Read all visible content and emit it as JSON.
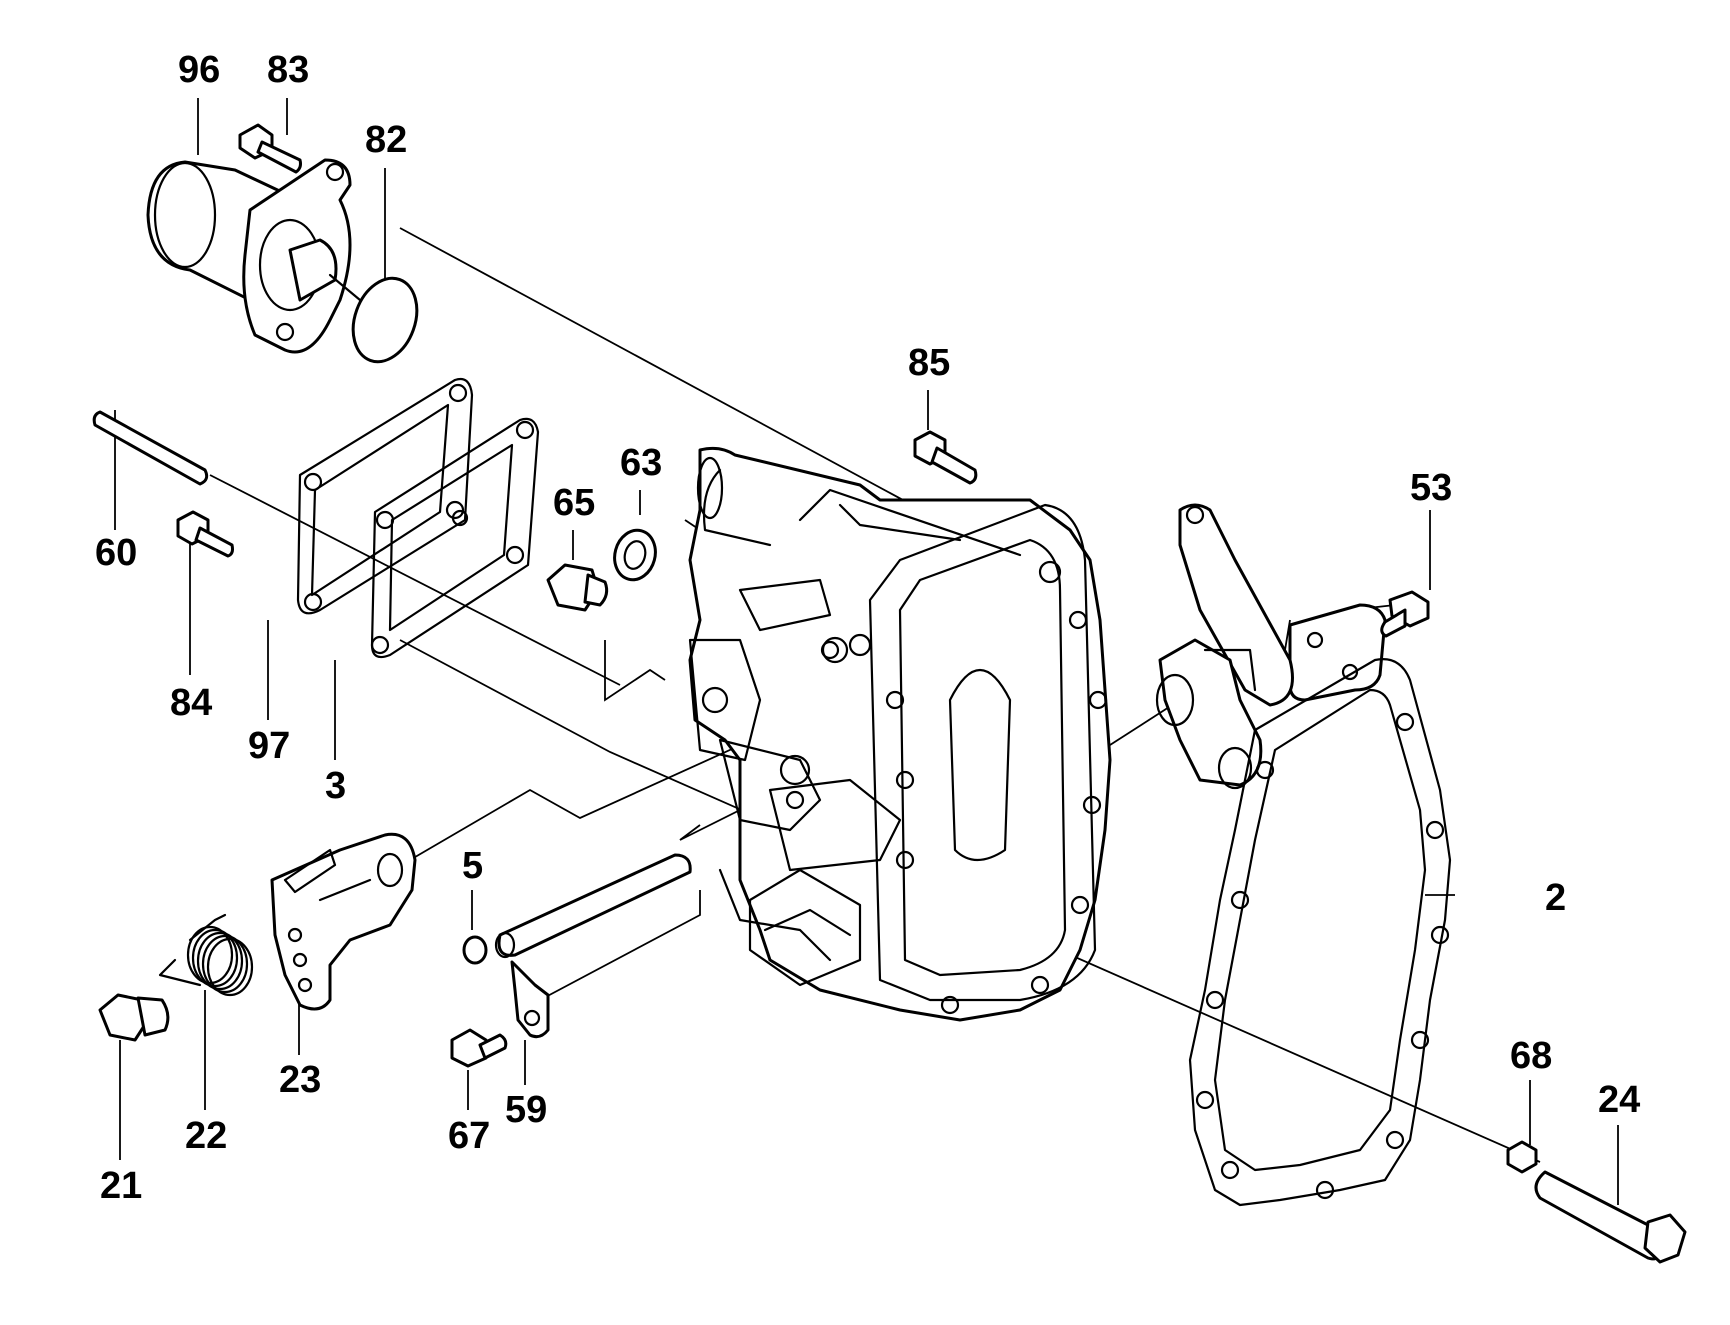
{
  "callouts": [
    "96",
    "83",
    "82",
    "85",
    "63",
    "65",
    "53",
    "60",
    "84",
    "97",
    "3",
    "5",
    "2",
    "23",
    "22",
    "21",
    "67",
    "59",
    "68",
    "24"
  ],
  "colors": {
    "line": "#000000",
    "background": "#ffffff"
  }
}
